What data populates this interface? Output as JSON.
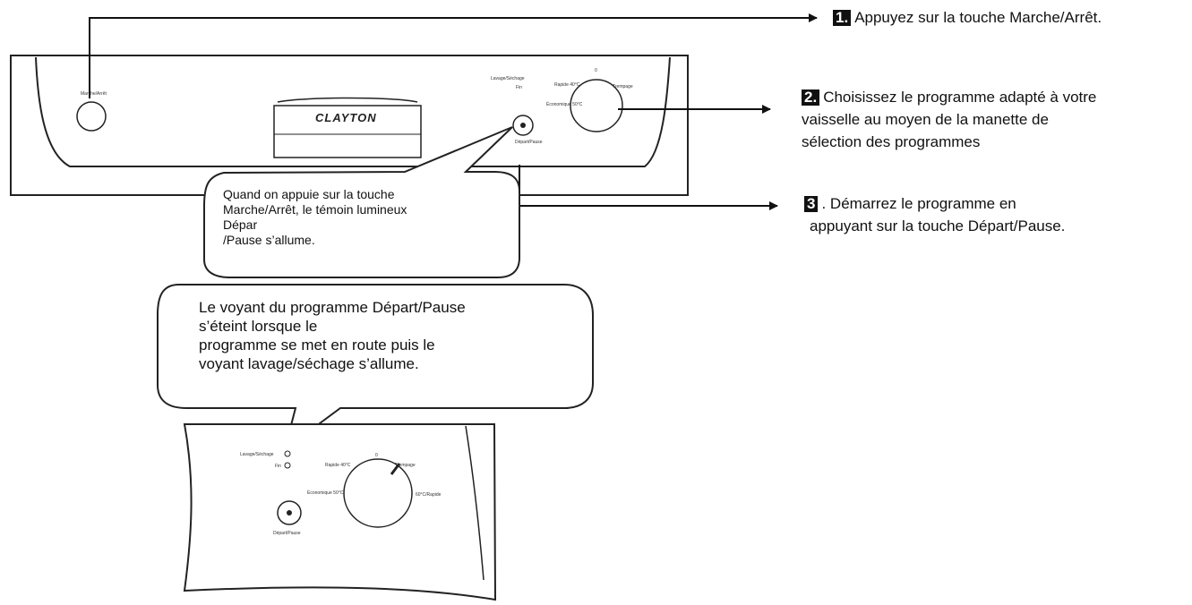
{
  "steps": [
    {
      "number": "1.",
      "text": "Appuyez sur la touche Marche/Arrêt."
    },
    {
      "number": "2.",
      "lines": [
        "Choisissez le programme adapté à votre",
        "vaisselle au moyen de la manette de",
        "sélection des programmes"
      ]
    },
    {
      "number": "3",
      "lines": [
        ". Démarrez le programme en",
        "appuyant sur la touche Départ/Pause."
      ]
    }
  ],
  "bubbles": [
    {
      "lines": [
        "Quand on appuie sur la touche",
        "Marche/Arrêt, le témoin lumineux",
        "Dépar",
        "/Pause s’allume."
      ]
    },
    {
      "lines": [
        "Le voyant du programme Départ/Pause",
        "s’éteint lorsque le",
        "programme se met en route puis le",
        "voyant lavage/séchage s’allume."
      ]
    }
  ],
  "panel": {
    "brand": "CLAYTON",
    "labels": {
      "marche_arret": "Marche/Arrêt",
      "lavage_sechage": "Lavage/Séchage",
      "fin": "Fin",
      "rapide": "Rapide 40°C",
      "economique": "Économique 50°C",
      "trempage": "Trempage",
      "depart_pause": "Départ/Pause",
      "intensif": "60°C/Rapide",
      "zero": "0"
    }
  }
}
